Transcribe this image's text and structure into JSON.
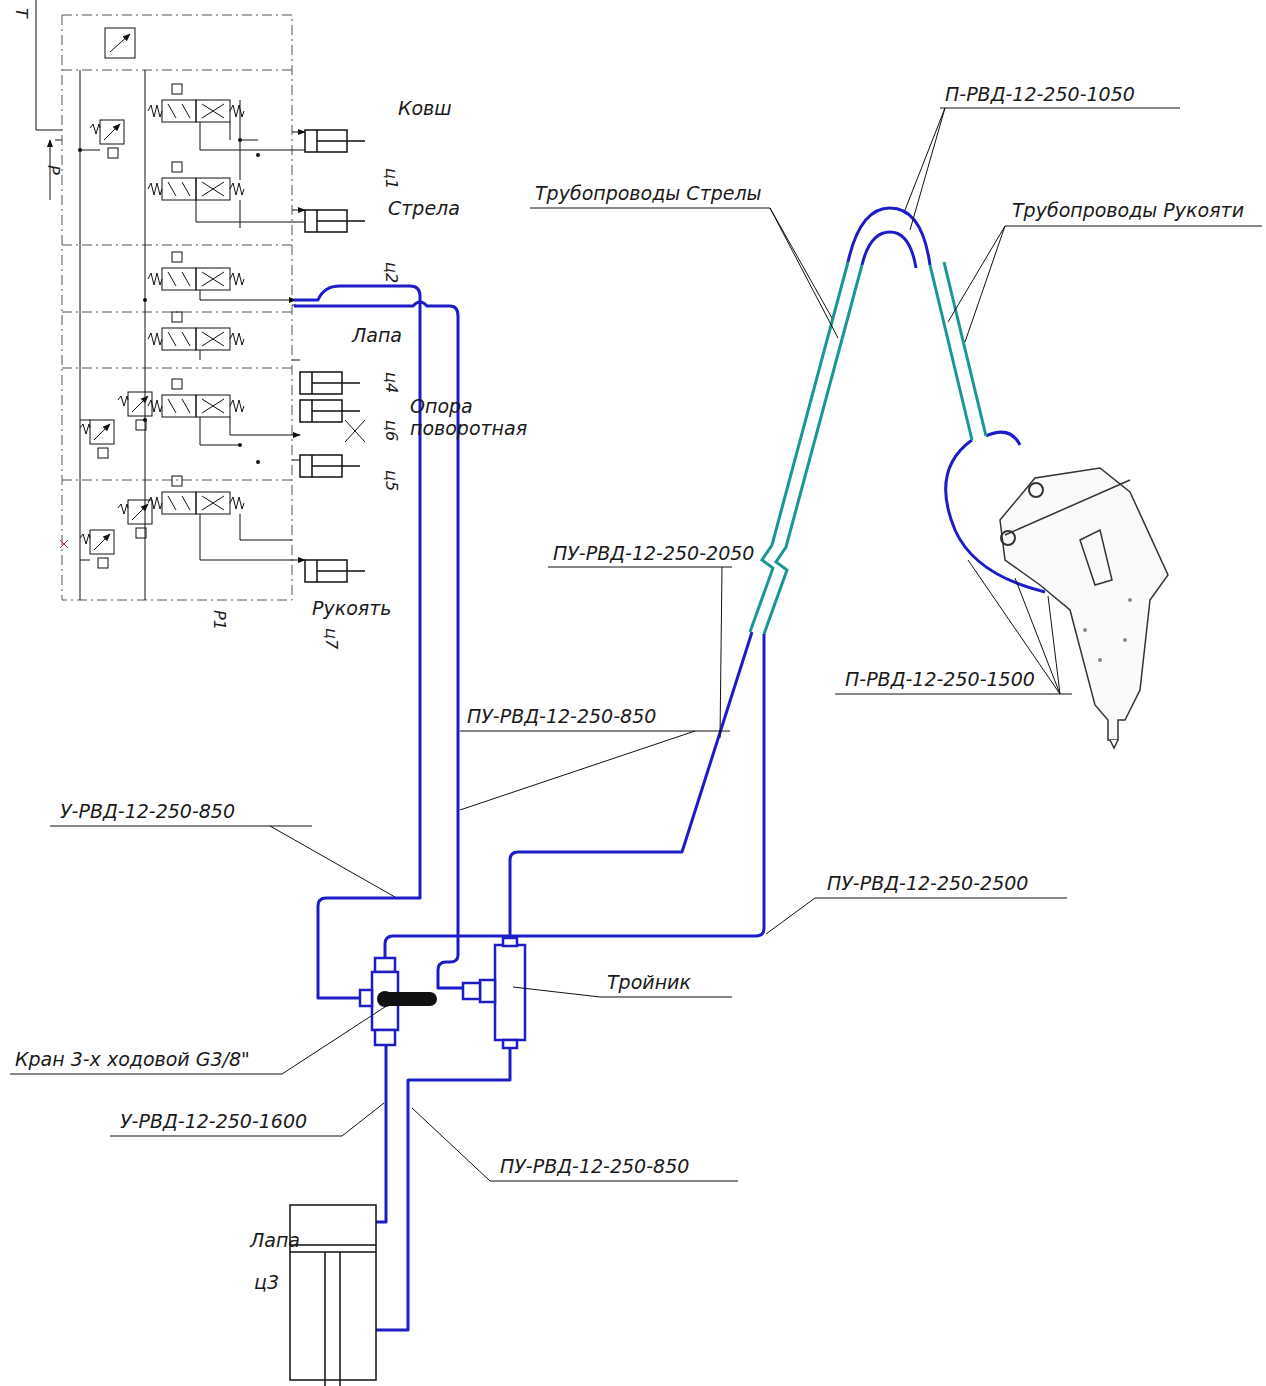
{
  "diagram": {
    "labels": [
      "T",
      "P",
      "Ковш",
      "ц1",
      "Стрела",
      "ц2",
      "Лапа",
      "ц4",
      "ц6",
      "Опора поворотная",
      "ц5",
      "P1",
      "Рукоять",
      "ц7",
      "П-РВД-12-250-1050",
      "Трубопроводы Стрелы",
      "Трубопроводы Рукояти",
      "ПУ-РВД-12-250-2050",
      "П-РВД-12-250-1500",
      "ПУ-РВД-12-250-850",
      "У-РВД-12-250-850",
      "ПУ-РВД-12-250-2500",
      "Тройник",
      "Кран 3-х ходовой G3/8\"",
      "У-РВД-12-250-1600",
      "ПУ-РВД-12-250-850",
      "Лапа",
      "ц3"
    ]
  }
}
